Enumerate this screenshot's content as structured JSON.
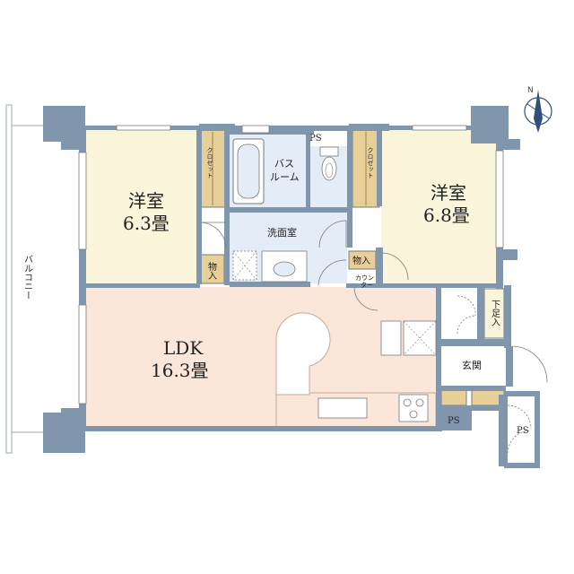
{
  "colors": {
    "wall": "#7f96ad",
    "wall_dark": "#6d849b",
    "western_floor": "#fbf5dc",
    "ldk_floor": "#fbe6da",
    "wet_floor": "#e3ecf7",
    "closet_floor": "#e8cf97",
    "white": "#ffffff",
    "line": "#7a7a7a",
    "compass": "#2f4f7a"
  },
  "compass": {
    "label": "N"
  },
  "rooms": {
    "western1": {
      "name": "洋室",
      "size": "6.3畳"
    },
    "western2": {
      "name": "洋室",
      "size": "6.8畳"
    },
    "ldk": {
      "name": "LDK",
      "size": "16.3畳"
    },
    "bath": {
      "line1": "バス",
      "line2": "ルーム"
    },
    "washroom": {
      "name": "洗面室"
    },
    "closet1": {
      "name": "クロゼット"
    },
    "closet2": {
      "name": "クロゼット"
    },
    "storage1": {
      "name": "物入"
    },
    "storage2": {
      "name": "物入"
    },
    "counter": {
      "line1": "カウン",
      "line2": "ター"
    },
    "shoe": {
      "name": "下足入"
    },
    "entrance": {
      "name": "玄関"
    },
    "ps_top": {
      "name": "PS"
    },
    "ps_mid": {
      "name": "PS"
    },
    "ps_right": {
      "name": "PS"
    },
    "balcony": {
      "name": "バルコニー"
    }
  }
}
